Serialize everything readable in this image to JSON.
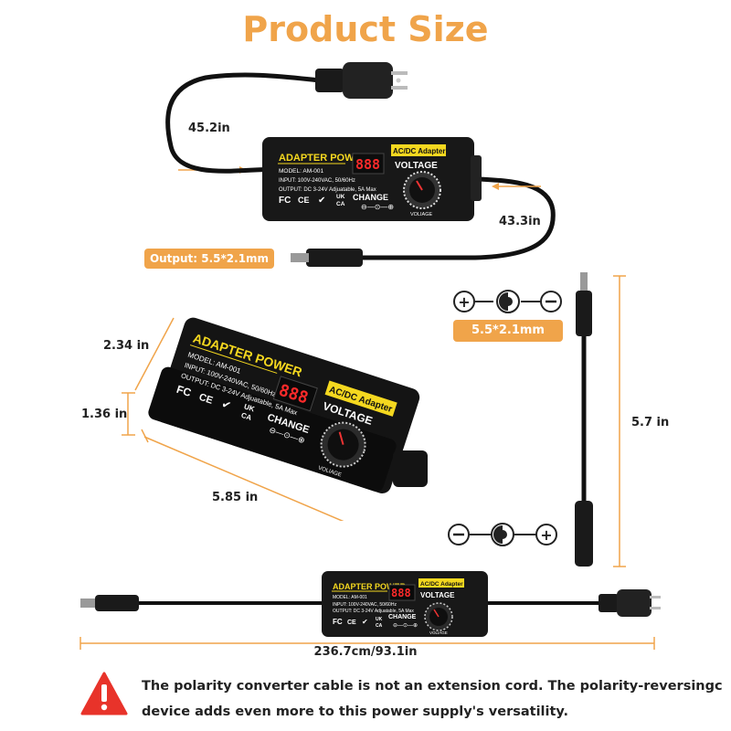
{
  "title": "Product Size",
  "accent_color": "#f0a44a",
  "cable_lengths": {
    "input_cable": "45.2in",
    "output_cable": "43.3in",
    "overall": "236.7cm/93.1in",
    "converter_cable": "5.7 in"
  },
  "output_label": "Output: 5.5*2.1mm",
  "polarity_label": "5.5*2.1mm",
  "device_dimensions": {
    "width": "2.34 in",
    "height": "1.36 in",
    "length": "5.85 in"
  },
  "adapter_label": {
    "brand": "ADAPTER POWER",
    "model": "MODEL: AM-001",
    "input": "INPUT: 100V-240VAC, 50/60Hz",
    "output": "OUTPUT: DC 3-24V Adjuatable, 5A Max",
    "output_small": "OUTPUT: DC 3-24V Adjuatable, 5A Max",
    "badge": "AC/DC Adapter",
    "voltage": "VOLTAGE",
    "change": "CHANGE",
    "display": "888",
    "knob": "VOLIAGE",
    "fc": "FC",
    "ce": "CE",
    "ukca_top": "UK",
    "ukca_bottom": "CA"
  },
  "warning_text": "The polarity converter cable is not an extension cord. The polarity-reversingc device adds even more to this power supply's versatility.",
  "warning_icon": "exclamation-triangle-icon",
  "warning_color": "#e8332a"
}
